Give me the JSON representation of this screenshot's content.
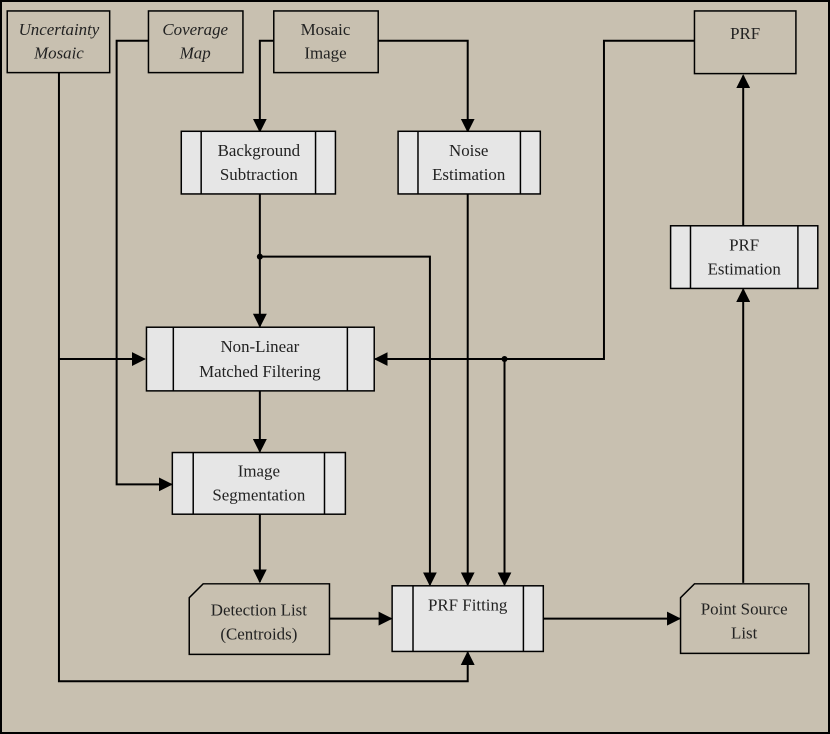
{
  "colors": {
    "background": "#c8c0b0",
    "box_fill": "#e6e6e6",
    "line": "#000000"
  },
  "nodes": {
    "uncertainty_mosaic": [
      "Uncertainty",
      "Mosaic"
    ],
    "coverage_map": [
      "Coverage",
      "Map"
    ],
    "mosaic_image": [
      "Mosaic",
      "Image"
    ],
    "prf_input": [
      "PRF"
    ],
    "background_subtraction": [
      "Background",
      "Subtraction"
    ],
    "noise_estimation": [
      "Noise",
      "Estimation"
    ],
    "prf_estimation": [
      "PRF",
      "Estimation"
    ],
    "non_linear_matched_filtering": [
      "Non-Linear",
      "Matched Filtering"
    ],
    "image_segmentation": [
      "Image",
      "Segmentation"
    ],
    "detection_list": [
      "Detection List",
      "(Centroids)"
    ],
    "prf_fitting": [
      "PRF Fitting"
    ],
    "point_source_list": [
      "Point Source",
      "List"
    ]
  }
}
